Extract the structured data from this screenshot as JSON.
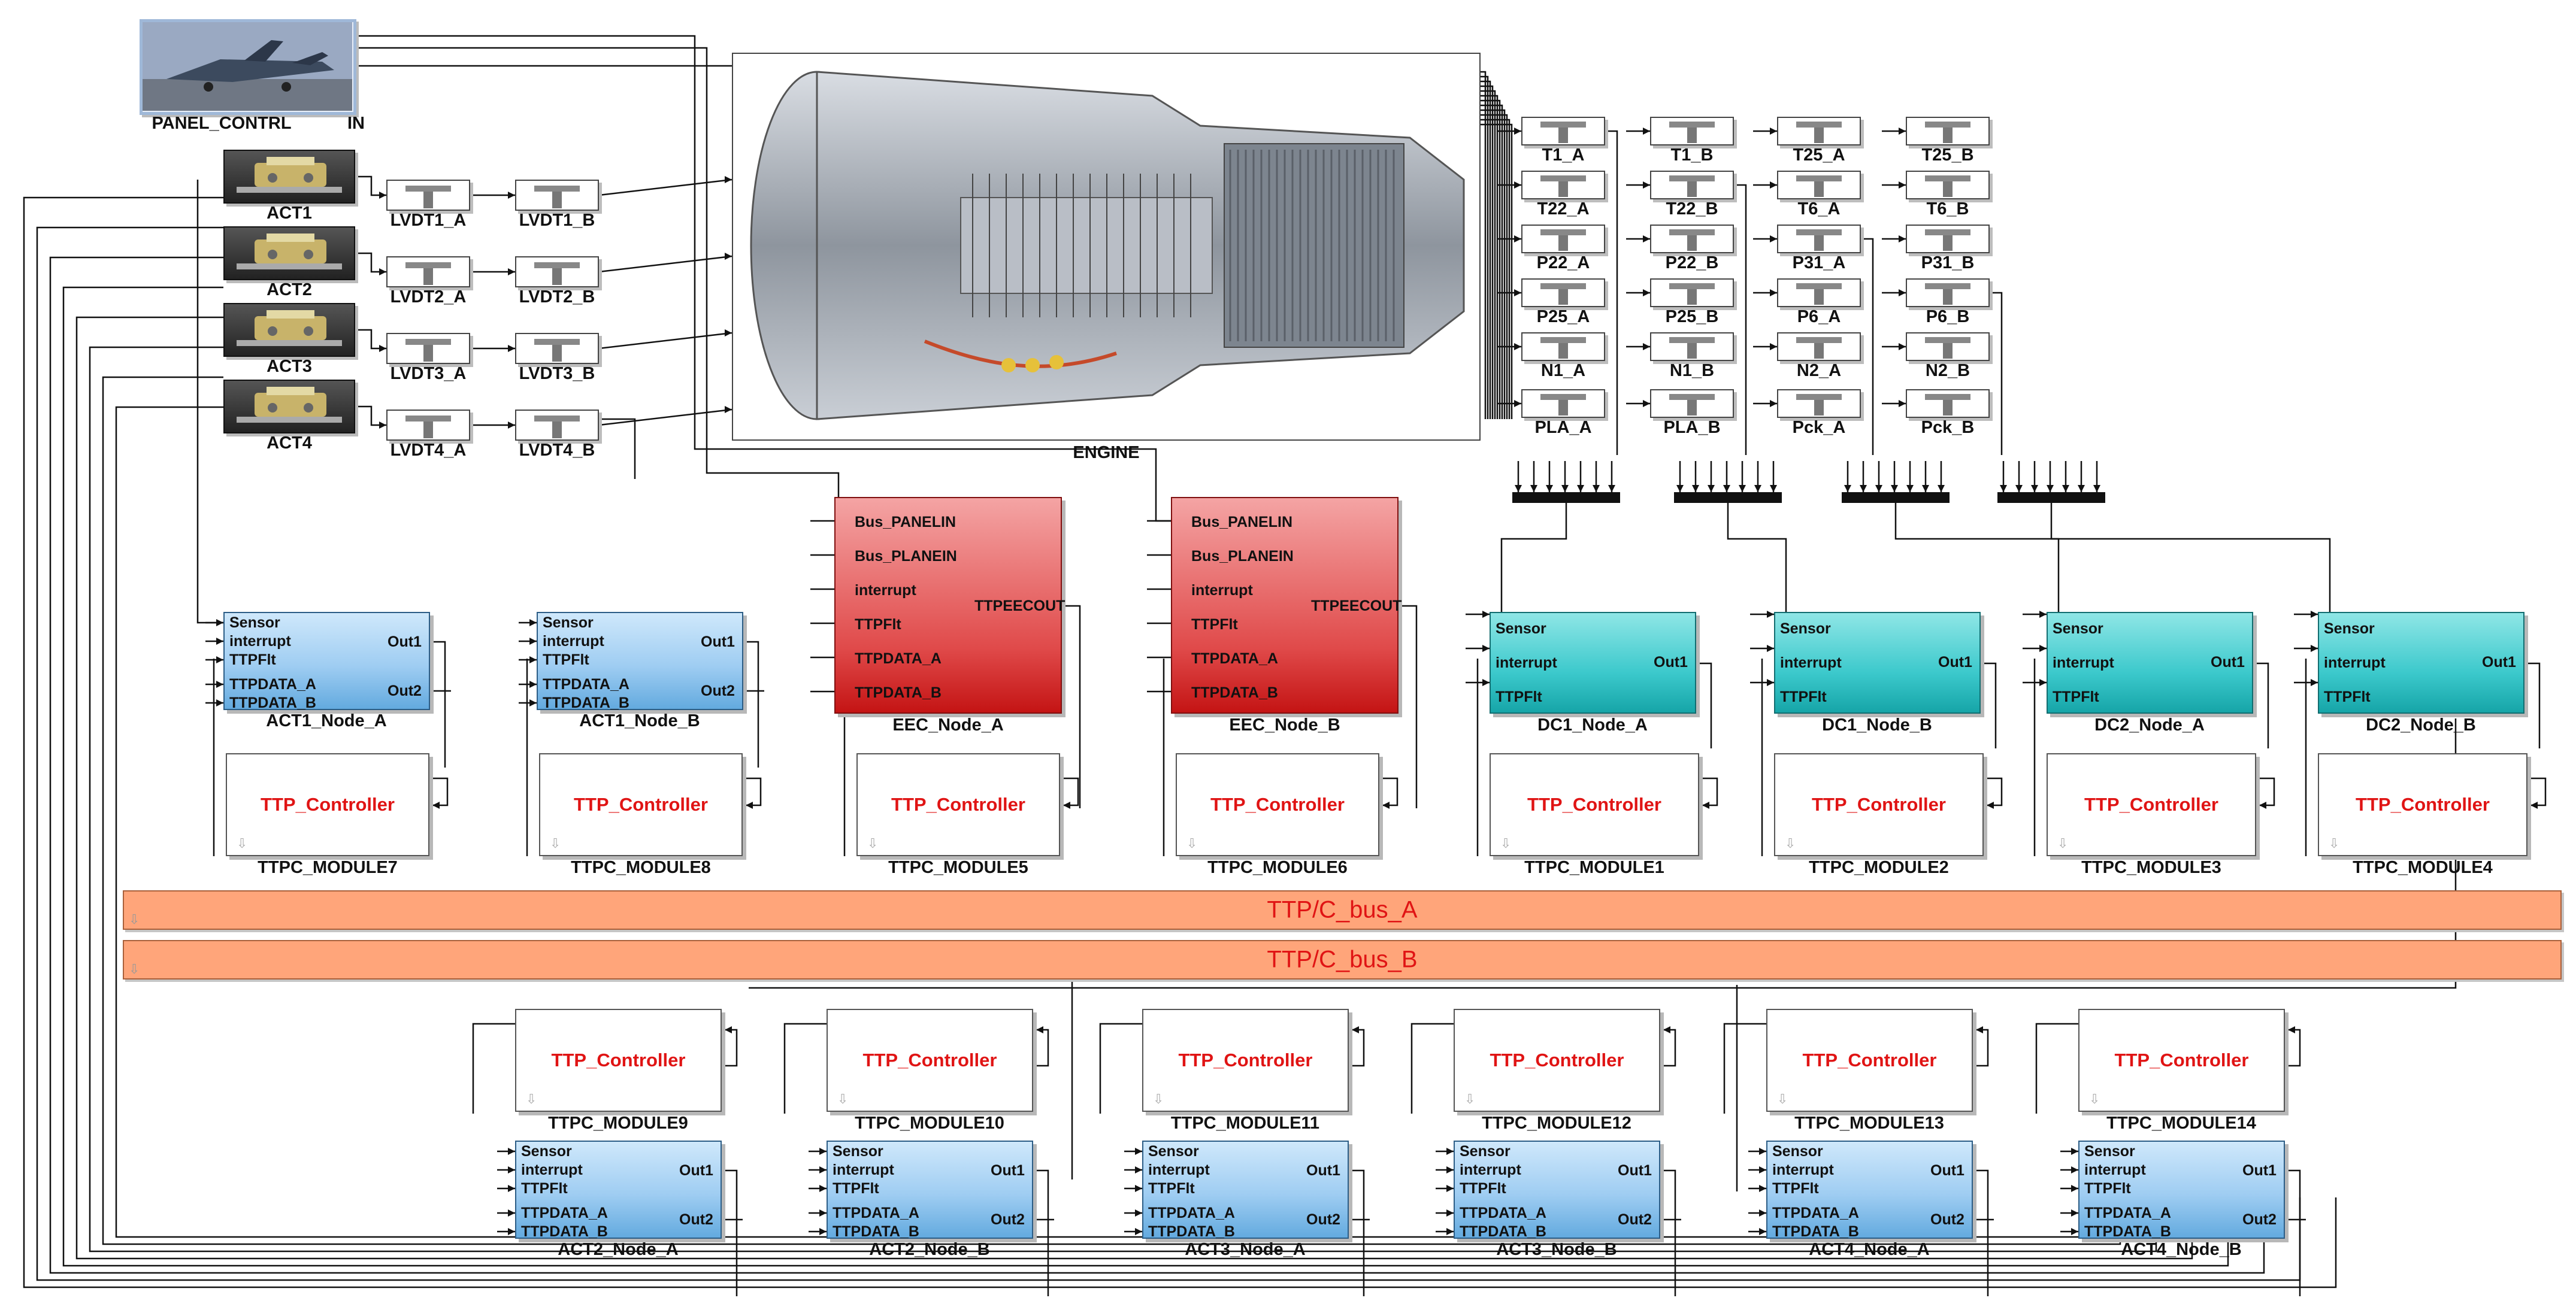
{
  "panel": {
    "name": "PANEL_CONTRL",
    "port": "IN"
  },
  "engine": {
    "name": "ENGINE"
  },
  "actuators": [
    "ACT1",
    "ACT2",
    "ACT3",
    "ACT4"
  ],
  "lvdt_a": [
    "LVDT1_A",
    "LVDT2_A",
    "LVDT3_A",
    "LVDT4_A"
  ],
  "lvdt_b": [
    "LVDT1_B",
    "LVDT2_B",
    "LVDT3_B",
    "LVDT4_B"
  ],
  "sensor_cols": [
    [
      "T1_A",
      "T22_A",
      "P22_A",
      "P25_A",
      "N1_A",
      "PLA_A"
    ],
    [
      "T1_B",
      "T22_B",
      "P22_B",
      "P25_B",
      "N1_B",
      "PLA_B"
    ],
    [
      "T25_A",
      "T6_A",
      "P31_A",
      "P6_A",
      "N2_A",
      "Pck_A"
    ],
    [
      "T25_B",
      "T6_B",
      "P31_B",
      "P6_B",
      "N2_B",
      "Pck_B"
    ]
  ],
  "ttp_controller_label": "TTP_Controller",
  "act_ports": [
    "Sensor",
    "interrupt",
    "TTPFlt",
    "TTPDATA_A",
    "TTPDATA_B"
  ],
  "act_outs": [
    "Out1",
    "Out2"
  ],
  "eec_ports": [
    "Bus_PANELIN",
    "Bus_PLANEIN",
    "interrupt",
    "TTPFlt",
    "TTPDATA_A",
    "TTPDATA_B"
  ],
  "eec_out": "TTPEECOUT",
  "dc_ports": [
    "Sensor",
    "interrupt",
    "TTPFlt"
  ],
  "dc_out": "Out1",
  "top_act_nodes": [
    "ACT1_Node_A",
    "ACT1_Node_B"
  ],
  "eec_nodes": [
    "EEC_Node_A",
    "EEC_Node_B"
  ],
  "dc_nodes": [
    "DC1_Node_A",
    "DC1_Node_B",
    "DC2_Node_A",
    "DC2_Node_B"
  ],
  "top_modules": [
    "TTPC_MODULE7",
    "TTPC_MODULE8",
    "TTPC_MODULE5",
    "TTPC_MODULE6",
    "TTPC_MODULE1",
    "TTPC_MODULE2",
    "TTPC_MODULE3",
    "TTPC_MODULE4"
  ],
  "bottom_modules": [
    "TTPC_MODULE9",
    "TTPC_MODULE10",
    "TTPC_MODULE11",
    "TTPC_MODULE12",
    "TTPC_MODULE13",
    "TTPC_MODULE14"
  ],
  "bottom_act_nodes": [
    "ACT2_Node_A",
    "ACT2_Node_B",
    "ACT3_Node_A",
    "ACT3_Node_B",
    "ACT4_Node_A",
    "ACT4_Node_B"
  ],
  "buses": [
    "TTP/C_bus_A",
    "TTP/C_bus_B"
  ],
  "colors": {
    "ttp_title": "#e01414",
    "bus_fill": "#ffa57a",
    "act_node": "#8cc4ee",
    "dc_node": "#33c4c7",
    "eec_node": "#dc3b3b"
  }
}
